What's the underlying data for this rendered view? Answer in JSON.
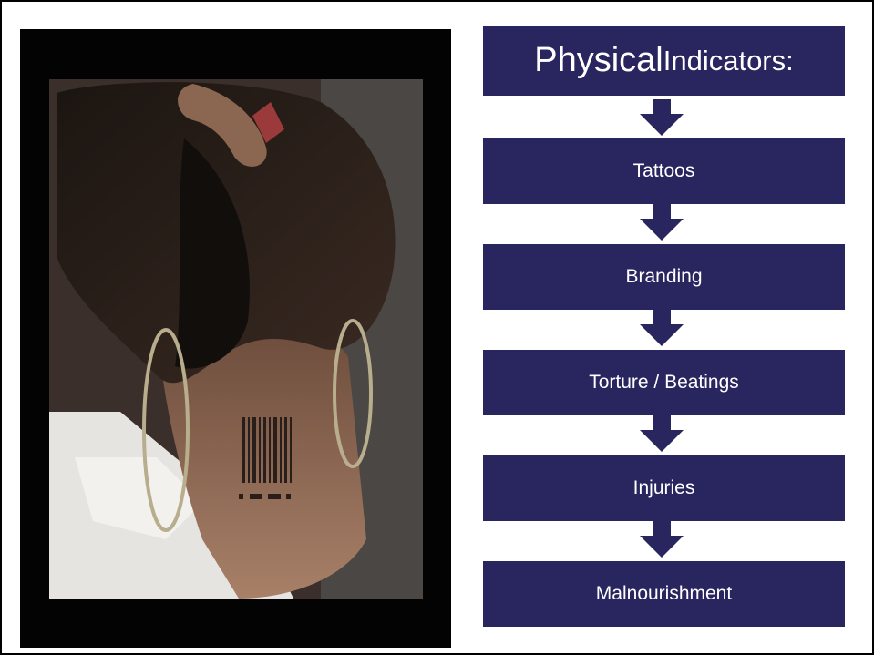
{
  "diagram": {
    "title_large": "Physical",
    "title_small": " Indicators:",
    "steps": [
      "Tattoos",
      "Branding",
      "Torture / Beatings",
      "Injuries",
      "Malnourishment"
    ]
  },
  "colors": {
    "box_fill": "#28255f",
    "box_text": "#ffffff",
    "photo_background": "#030303"
  }
}
